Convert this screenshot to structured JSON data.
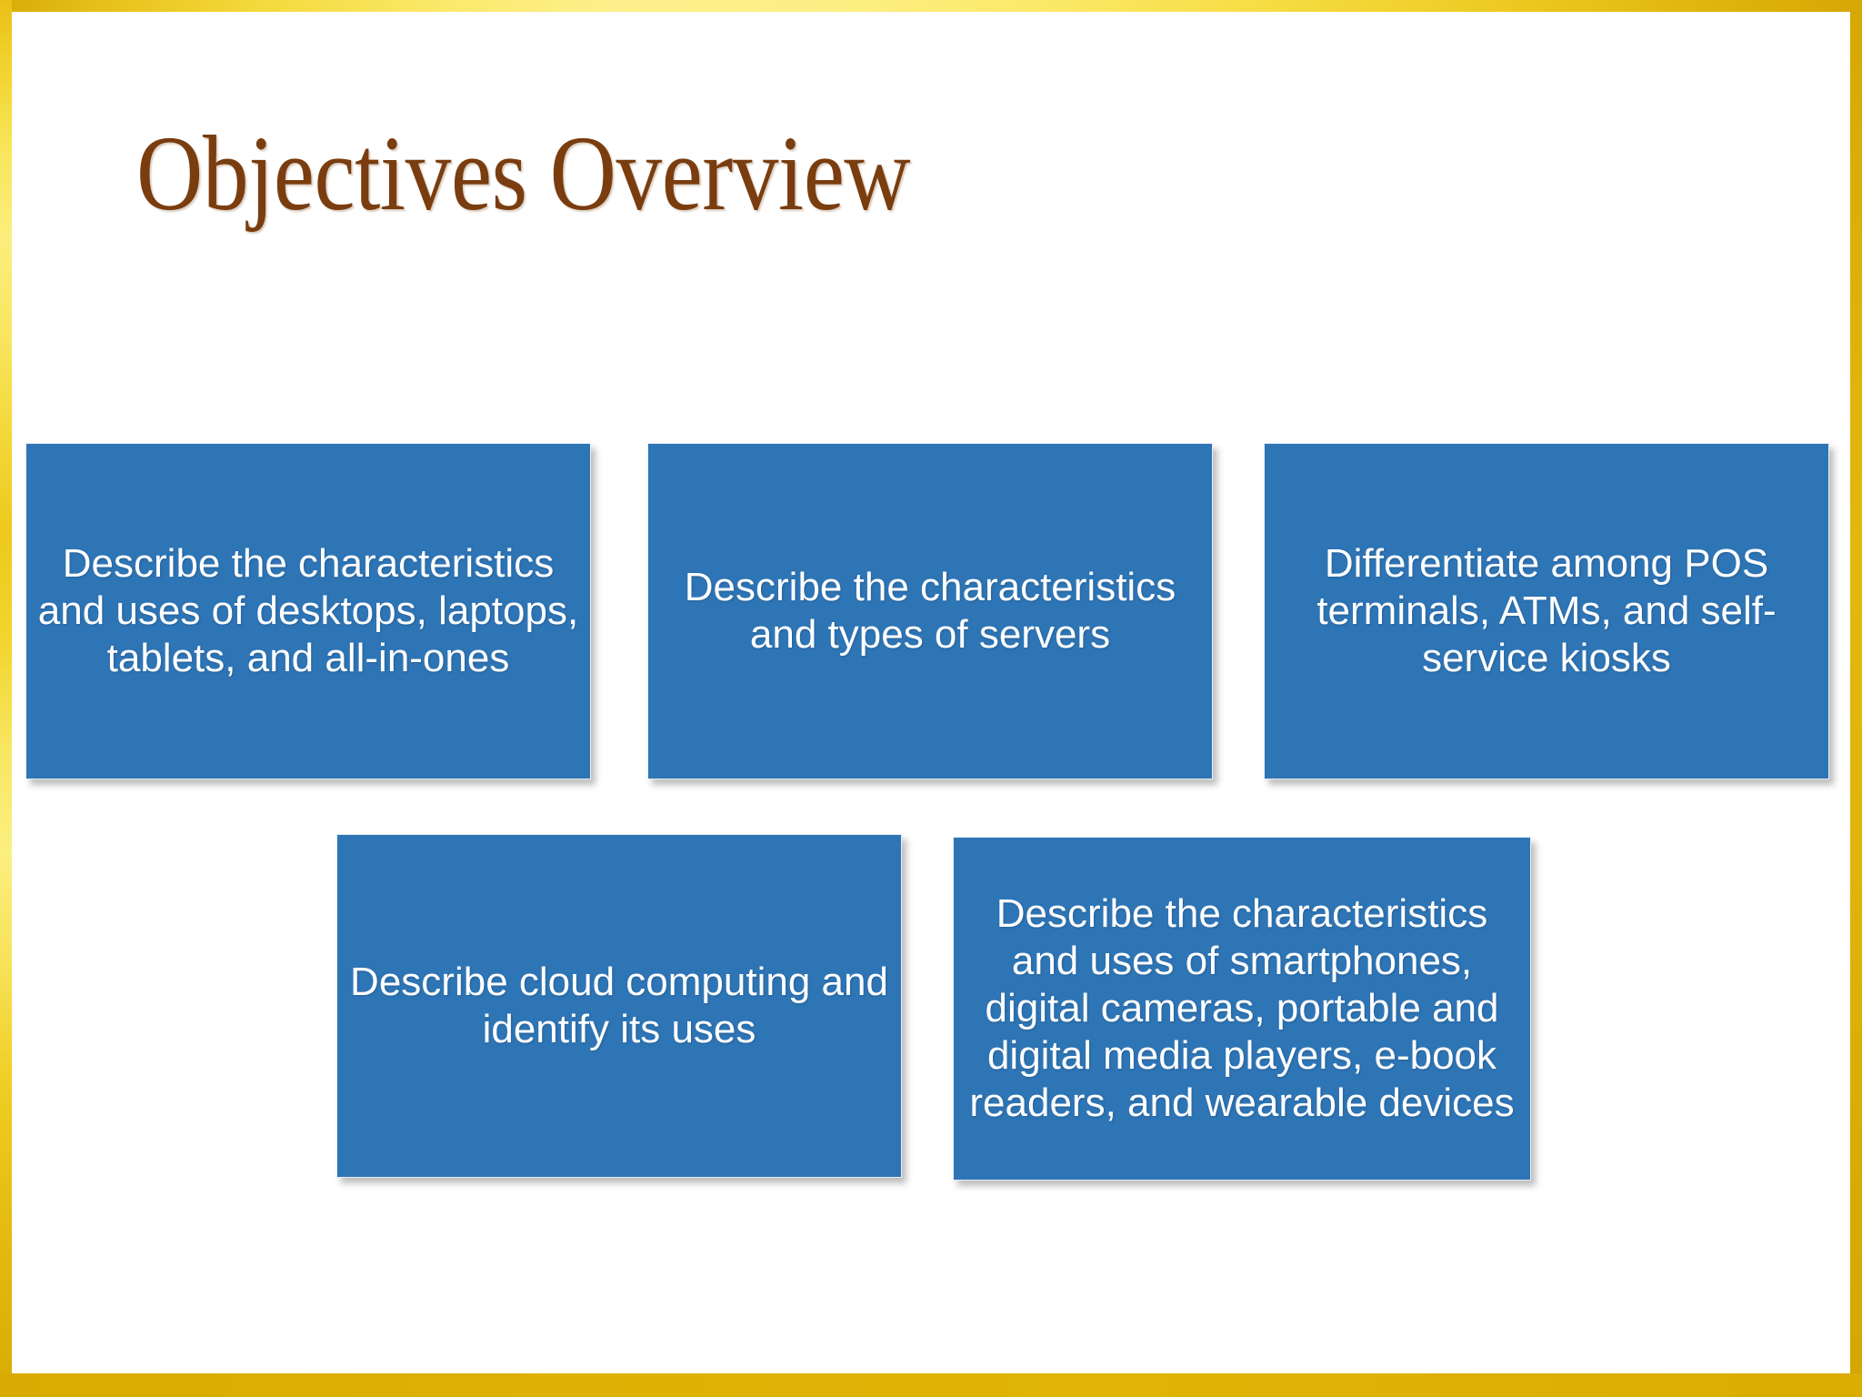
{
  "slide": {
    "title": "Objectives Overview",
    "background_color": "#FFFFFF",
    "title_color": "#7A3D0F",
    "accent_color": "#2E75B6",
    "frame_color": "#D9AB04",
    "frame_highlight_color": "#FDF08C"
  },
  "objectives": [
    {
      "id": "desktops",
      "text": "Describe the characteristics and uses of desktops, laptops, tablets, and all-in-ones"
    },
    {
      "id": "servers",
      "text": "Describe the characteristics and types of servers"
    },
    {
      "id": "pos",
      "text": "Differentiate among POS terminals, ATMs, and self-service kiosks"
    },
    {
      "id": "cloud",
      "text": "Describe cloud computing and identify its uses"
    },
    {
      "id": "mobile",
      "text": "Describe the characteristics and uses of smartphones, digital cameras, portable and digital media players, e-book readers, and wearable devices"
    }
  ]
}
